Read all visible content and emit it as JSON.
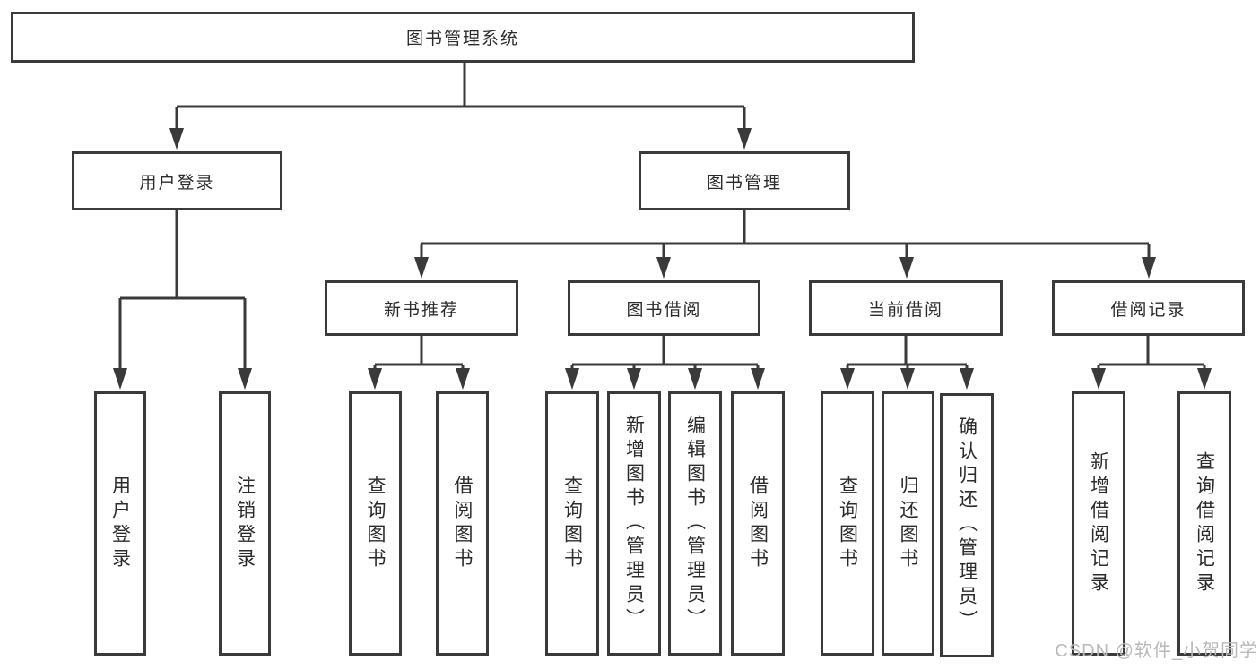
{
  "diagram": {
    "type": "hierarchy",
    "tree": {
      "label": "图书管理系统",
      "children": [
        {
          "label": "用户登录",
          "children": [
            {
              "label": "用户登录"
            },
            {
              "label": "注销登录"
            }
          ]
        },
        {
          "label": "图书管理",
          "children": [
            {
              "label": "新书推荐",
              "children": [
                {
                  "label": "查询图书"
                },
                {
                  "label": "借阅图书"
                }
              ]
            },
            {
              "label": "图书借阅",
              "children": [
                {
                  "label": "查询图书"
                },
                {
                  "label": "新增图书（管理员）"
                },
                {
                  "label": "编辑图书（管理员）"
                },
                {
                  "label": "借阅图书"
                }
              ]
            },
            {
              "label": "当前借阅",
              "children": [
                {
                  "label": "查询图书"
                },
                {
                  "label": "归还图书"
                },
                {
                  "label": "确认归还（管理员）"
                }
              ]
            },
            {
              "label": "借阅记录",
              "children": [
                {
                  "label": "新增借阅记录"
                },
                {
                  "label": "查询借阅记录"
                }
              ]
            }
          ]
        }
      ]
    },
    "colors": {
      "line": "#3a3a3a",
      "box_border": "#3a3a3a",
      "text": "#2b2b2b",
      "background": "#ffffff",
      "watermark": "#b9b9b9"
    }
  },
  "watermark": {
    "text": "CSDN @软件_小贺同学"
  }
}
